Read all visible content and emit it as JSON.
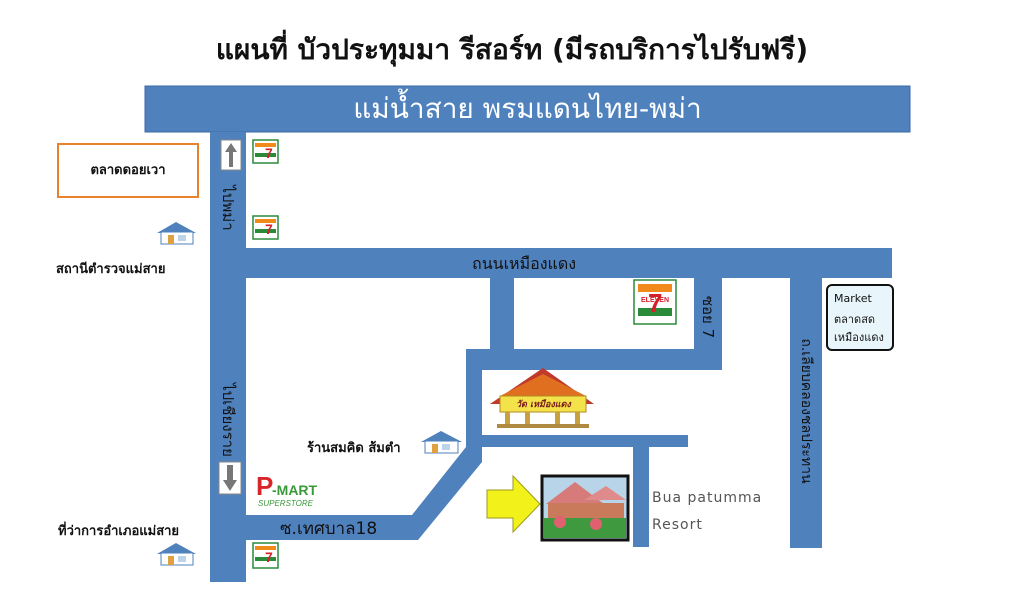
{
  "title": "แผนที่ บัวประทุมมา รีสอร์ท   (มีรถบริการไปรับฟรี)",
  "river": "แม่น้ำสาย พรมแดนไทย-พม่า",
  "roads": {
    "muang_daeng": "ถนนเหมืองแดง",
    "to_burma": "ไปพม่า",
    "to_chiang_rai": "ไปเชียงราย",
    "soi7": "ซอย 7",
    "thesaban18": "ซ.เทศบาล18",
    "liap_khlong": "ถ.เลียบคลองชลประทาน"
  },
  "places": {
    "doi_wao_market": "ตลาดดอยเวา",
    "police_station": "สถานีตำรวจแม่สาย",
    "district_office": "ที่ว่าการอำเภอแม่สาย",
    "shop": "ร้านสมคิด ส้มตำ",
    "market_en": "Market",
    "market_th1": "ตลาดสด",
    "market_th2": "เหมืองแดง",
    "temple": "วัด เหมืองแดง",
    "resort1": "Bua patumma",
    "resort2": "Resort",
    "pmart": "P-MART",
    "pmart_sub": "SUPERSTORE",
    "seven": "7",
    "eleven": "ELEVEN"
  },
  "colors": {
    "road": "#4f81bd",
    "road_dark": "#3a6aa5",
    "market_box": "#e8f6fb",
    "arrow": "#f2f21a",
    "pmart_red": "#d7262a",
    "pmart_green": "#3a9a3a"
  }
}
